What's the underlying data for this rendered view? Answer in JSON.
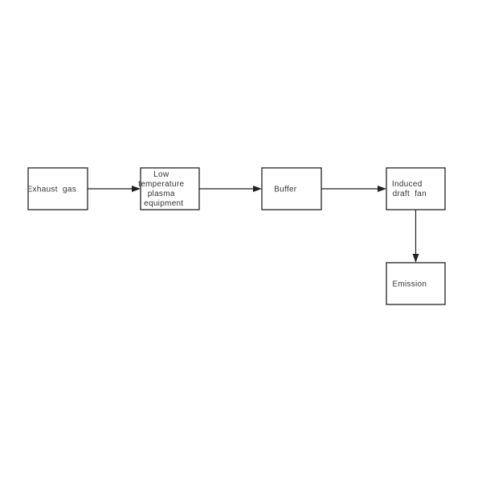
{
  "diagram": {
    "nodes": [
      {
        "id": "exhaust",
        "lines": [
          "Exhaust  gas"
        ]
      },
      {
        "id": "plasma",
        "lines": [
          "Low",
          "temperature",
          "plasma",
          "equipment"
        ]
      },
      {
        "id": "buffer",
        "lines": [
          "Buffer"
        ]
      },
      {
        "id": "fan",
        "lines": [
          "Induced",
          "draft  fan"
        ]
      },
      {
        "id": "emission",
        "lines": [
          "Emission"
        ]
      }
    ],
    "edges": [
      {
        "from": "exhaust",
        "to": "plasma"
      },
      {
        "from": "plasma",
        "to": "buffer"
      },
      {
        "from": "buffer",
        "to": "fan"
      },
      {
        "from": "fan",
        "to": "emission"
      }
    ],
    "colors": {
      "stroke": "#222222",
      "text": "#333333",
      "background": "#ffffff"
    }
  }
}
